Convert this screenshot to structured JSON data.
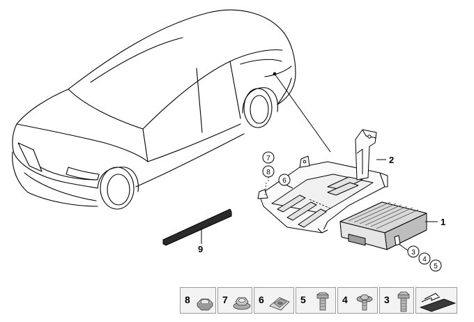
{
  "diagram": {
    "callouts": {
      "amplifier": "1",
      "bracket": "2",
      "damping_strip": "9"
    },
    "circled_refs": {
      "ref_7": "7",
      "ref_8": "8",
      "ref_6": "6",
      "ref_3": "3",
      "ref_4": "4",
      "ref_5": "5"
    }
  },
  "parts_strip": [
    {
      "label": "8",
      "icon": "nut-icon"
    },
    {
      "label": "7",
      "icon": "flange-nut-icon"
    },
    {
      "label": "6",
      "icon": "clip-nut-icon"
    },
    {
      "label": "5",
      "icon": "bolt-icon"
    },
    {
      "label": "4",
      "icon": "washer-screw-icon"
    },
    {
      "label": "3",
      "icon": "hex-bolt-icon"
    }
  ]
}
